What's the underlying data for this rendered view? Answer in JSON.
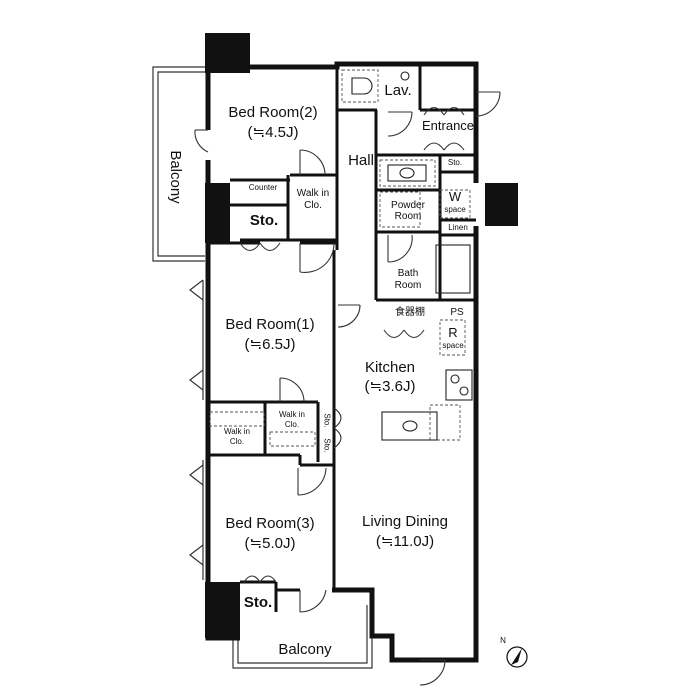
{
  "rooms": {
    "bedroom2": {
      "name": "Bed Room(2)",
      "area": "(≒4.5J)"
    },
    "bedroom1": {
      "name": "Bed Room(1)",
      "area": "(≒6.5J)"
    },
    "bedroom3": {
      "name": "Bed Room(3)",
      "area": "(≒5.0J)"
    },
    "kitchen": {
      "name": "Kitchen",
      "area": "(≒3.6J)"
    },
    "living": {
      "name": "Living Dining",
      "area": "(≒11.0J)"
    }
  },
  "labels": {
    "balcony_side": "Balcony",
    "balcony_bottom": "Balcony",
    "hall": "Hall",
    "lav": "Lav.",
    "entrance": "Entrance",
    "entrance_sto": "Sto.",
    "counter": "Counter",
    "walkin_top_1": "Walk in",
    "walkin_top_2": "Clo.",
    "sto_top": "Sto.",
    "powder_1": "Powder",
    "powder_2": "Room",
    "w_mark": "W",
    "w_space": "space",
    "linen": "Linen",
    "bath_1": "Bath",
    "bath_2": "Room",
    "shokkidana": "食器棚",
    "ps": "PS",
    "r_mark": "R",
    "r_space": "space",
    "walkin_left_1": "Walk in",
    "walkin_left_2": "Clo.",
    "walkin_mid_1": "Walk in",
    "walkin_mid_2": "Clo.",
    "sto_small_1": "Sto.",
    "sto_small_2": "Sto.",
    "sto_bottom": "Sto.",
    "north": "N"
  }
}
